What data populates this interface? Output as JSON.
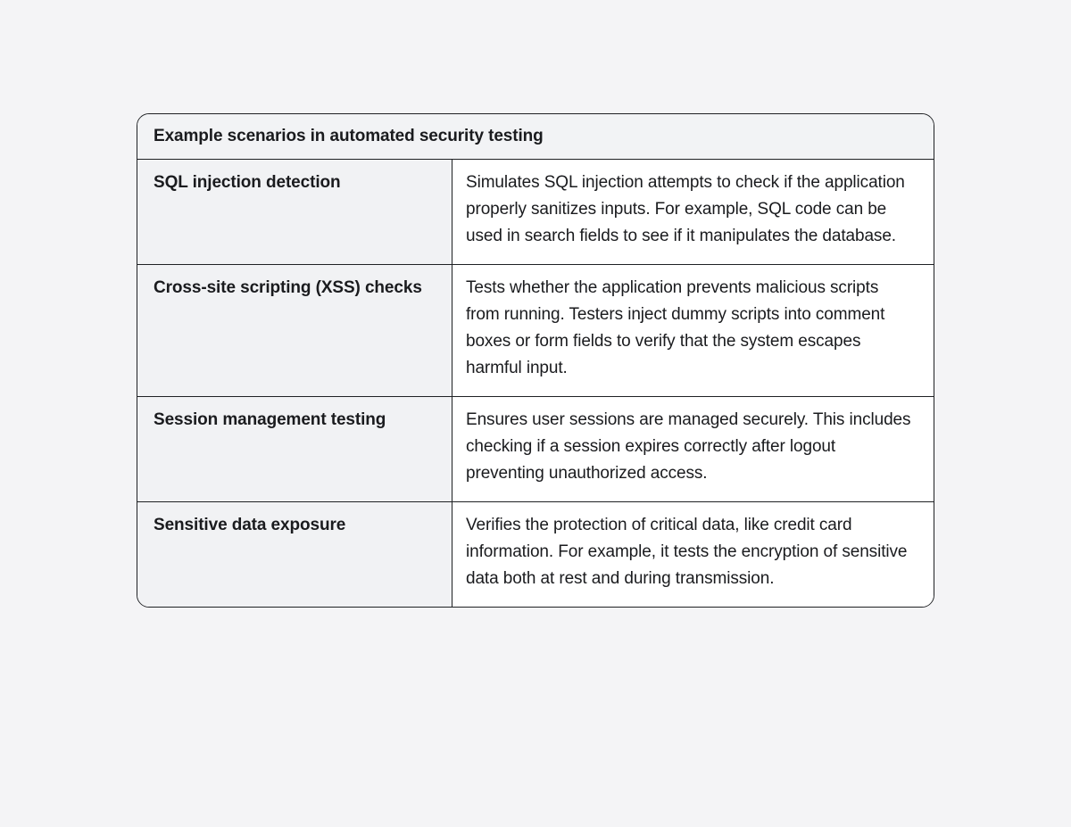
{
  "theme": {
    "page_bg": "#f4f4f6",
    "header_bg": "#f2f3f5",
    "label_bg": "#f1f2f4",
    "desc_bg": "#ffffff",
    "border_color": "#1f2124",
    "text_color": "#1a1b1e"
  },
  "table": {
    "title": "Example scenarios in automated security testing",
    "rows": [
      {
        "label": "SQL injection detection",
        "description": "Simulates SQL injection attempts to check if the application properly sanitizes inputs. For example, SQL code can be used in search fields to see if it manipulates the database."
      },
      {
        "label": "Cross-site scripting (XSS) checks",
        "description": "Tests whether the application prevents malicious scripts from running. Testers inject dummy scripts into comment boxes or form fields to verify that the system escapes harmful input."
      },
      {
        "label": "Session management testing",
        "description": "Ensures user sessions are managed securely. This includes checking if a session expires correctly after logout preventing unauthorized access."
      },
      {
        "label": "Sensitive data exposure",
        "description": "Verifies the protection of critical data, like credit card information. For example, it tests the encryption of sensitive data both at rest and during transmission."
      }
    ]
  }
}
